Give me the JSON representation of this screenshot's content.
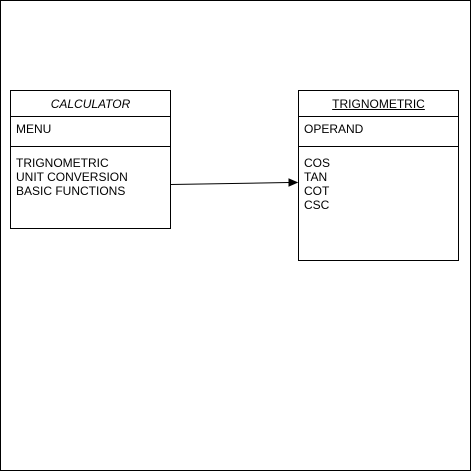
{
  "diagram": {
    "calculator": {
      "title": "CALCULATOR",
      "attribute": "MENU",
      "items": [
        "TRIGNOMETRIC",
        "UNIT CONVERSION",
        "BASIC FUNCTIONS"
      ]
    },
    "trignometric": {
      "title": "TRIGNOMETRIC",
      "attribute": "OPERAND",
      "items": [
        "COS",
        "TAN",
        "COT",
        "CSC"
      ]
    },
    "colors": {
      "stroke": "#000000",
      "background": "#ffffff"
    }
  }
}
